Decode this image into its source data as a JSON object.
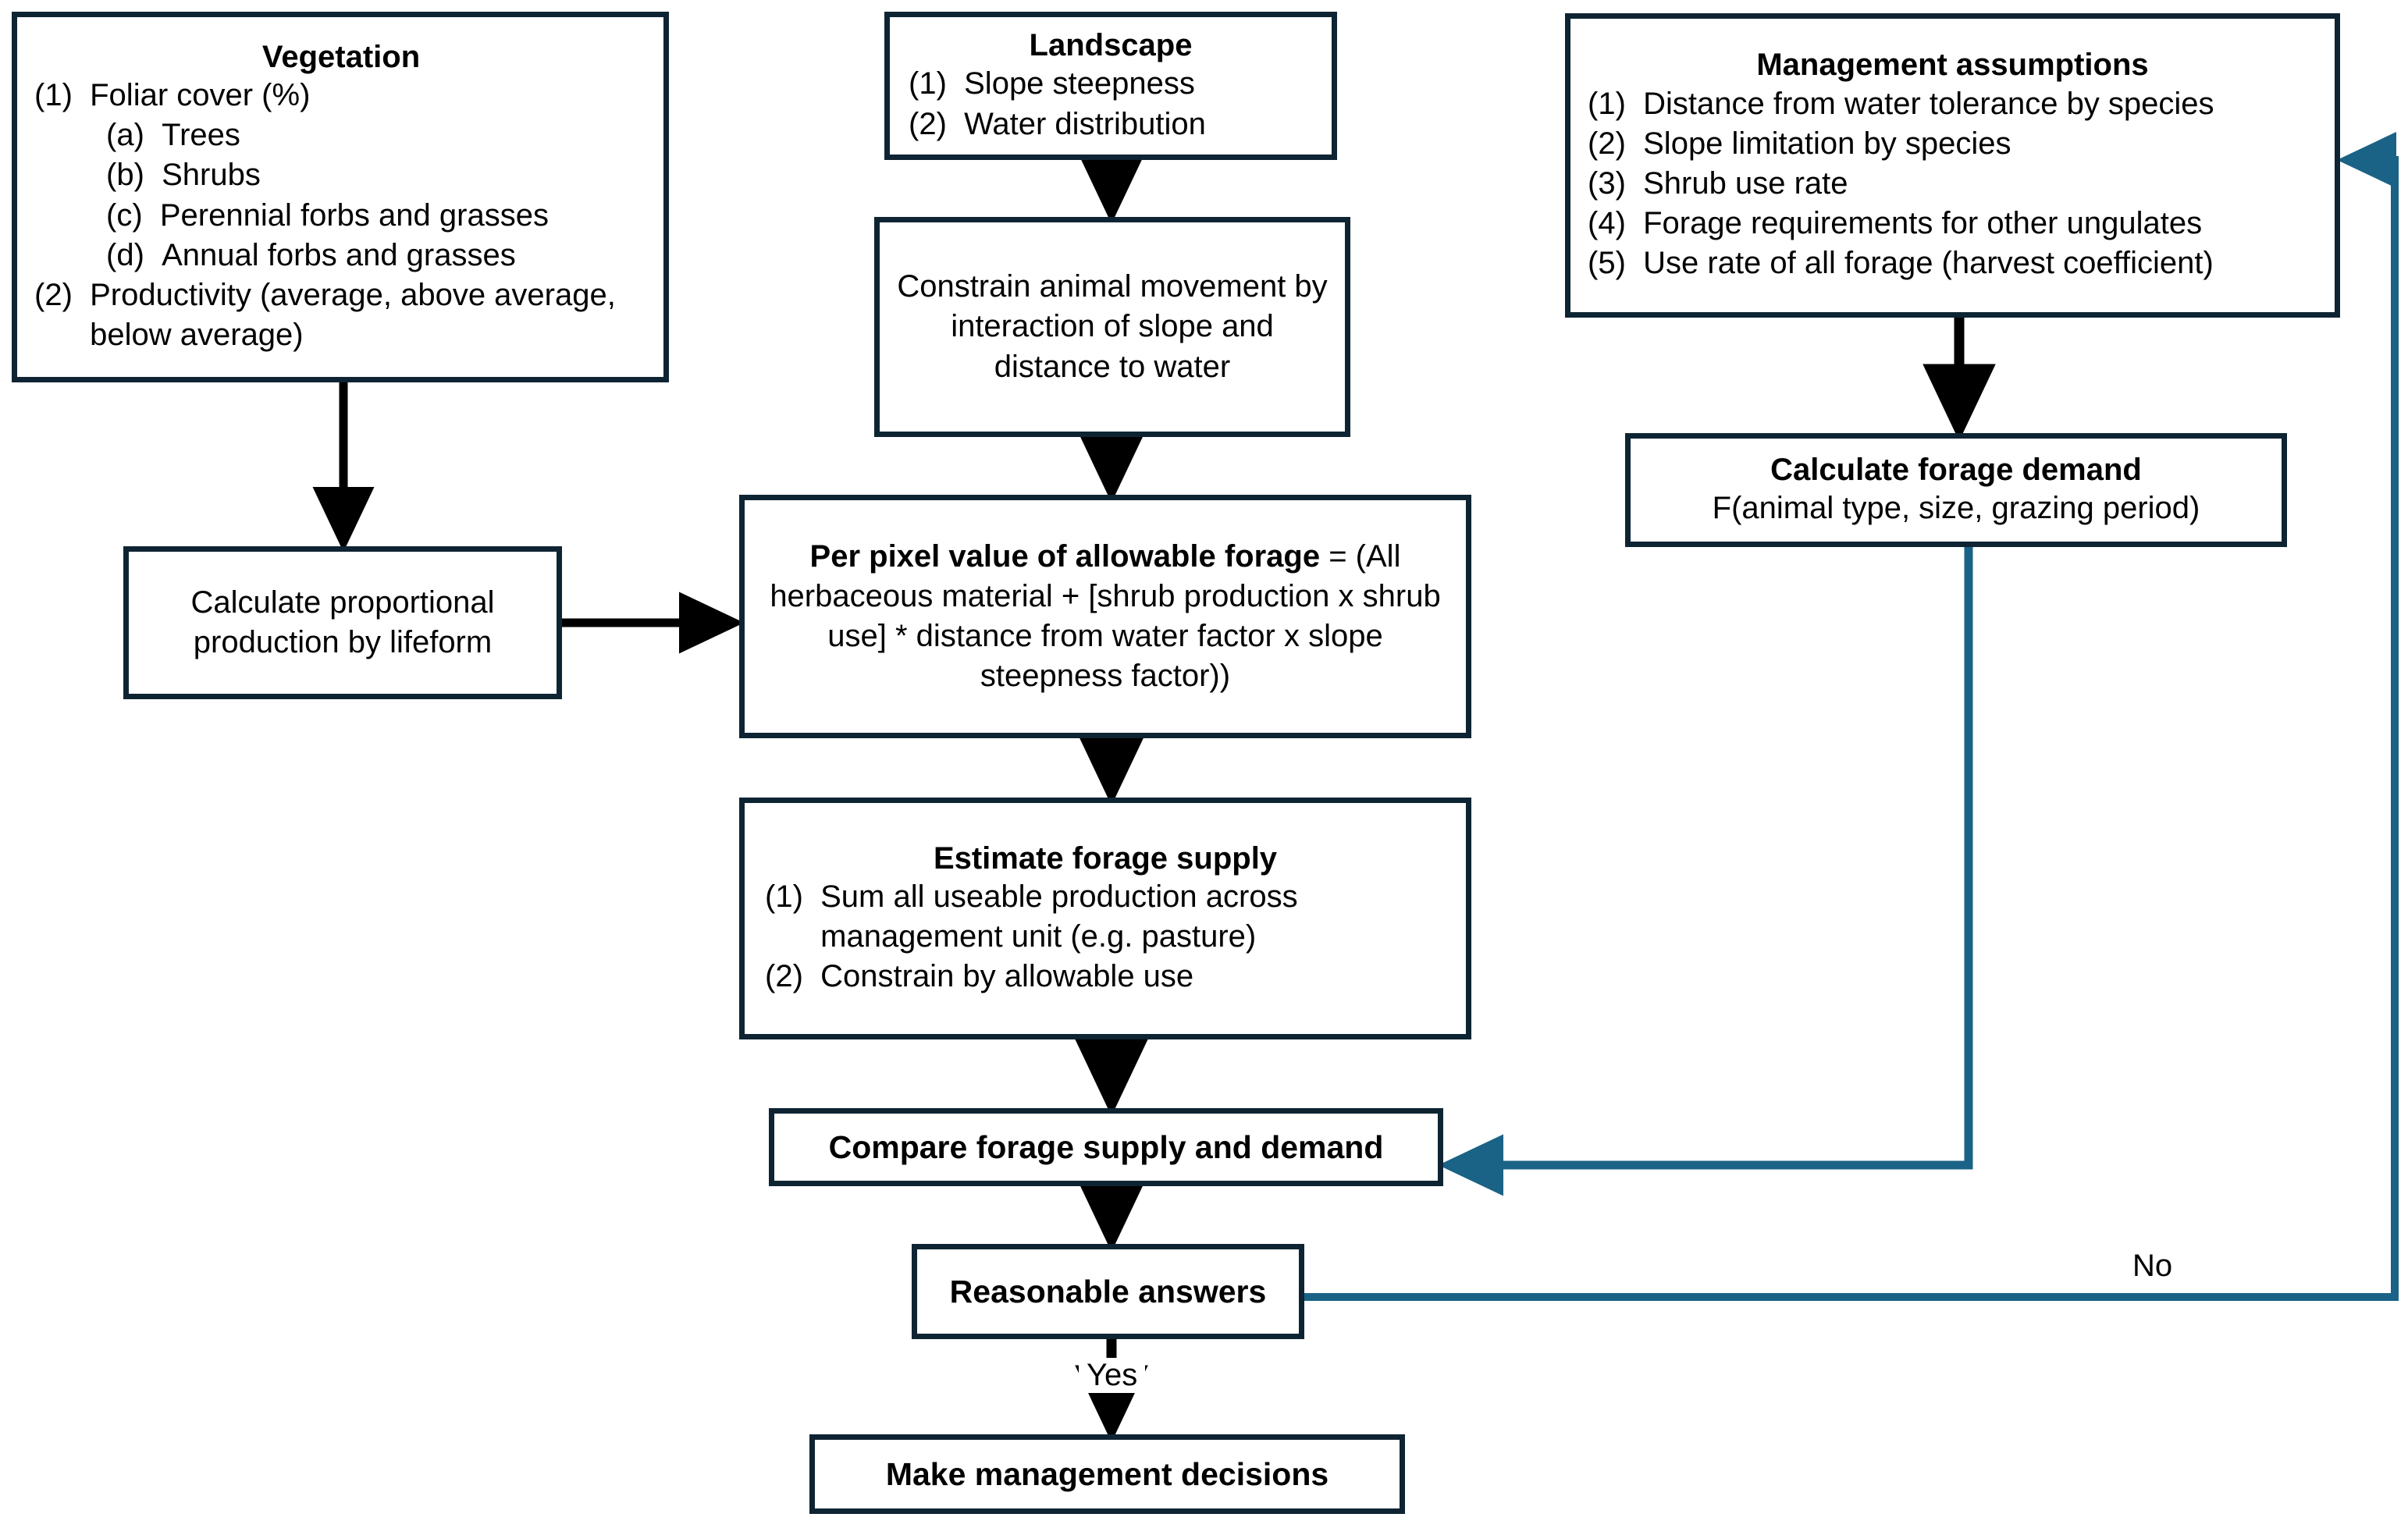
{
  "diagram": {
    "title": "Forage supply and demand modeling flowchart",
    "colors": {
      "box_border": "#0e2433",
      "black_arrow": "#000000",
      "blue_feedback": "#1a6286",
      "background": "#ffffff"
    }
  },
  "nodes": {
    "vegetation": {
      "title": "Vegetation",
      "items": [
        {
          "marker": "(1)",
          "text": "Foliar cover (%)"
        },
        {
          "marker": "(a)",
          "text": "Trees",
          "indent": true
        },
        {
          "marker": "(b)",
          "text": "Shrubs",
          "indent": true
        },
        {
          "marker": "(c)",
          "text": "Perennial forbs and grasses",
          "indent": true
        },
        {
          "marker": "(d)",
          "text": "Annual forbs and grasses",
          "indent": true
        },
        {
          "marker": "(2)",
          "text": "Productivity (average, above average, below average)"
        }
      ]
    },
    "calc_proportional": {
      "text": "Calculate proportional production by lifeform"
    },
    "landscape": {
      "title": "Landscape",
      "items": [
        {
          "marker": "(1)",
          "text": "Slope steepness"
        },
        {
          "marker": "(2)",
          "text": "Water distribution"
        }
      ]
    },
    "constrain_movement": {
      "text": "Constrain animal movement by interaction of slope and distance to water"
    },
    "per_pixel": {
      "title": "Per pixel value of allowable forage",
      "formula": " = (All herbaceous material + [shrub production x shrub use] * distance from water factor x slope steepness factor))"
    },
    "estimate_supply": {
      "title": "Estimate forage supply",
      "items": [
        {
          "marker": "(1)",
          "text": "Sum all useable production across management unit (e.g. pasture)"
        },
        {
          "marker": "(2)",
          "text": "Constrain by allowable use"
        }
      ]
    },
    "compare": {
      "title": "Compare forage supply and demand"
    },
    "reasonable": {
      "title": "Reasonable answers"
    },
    "make_decisions": {
      "title": "Make management decisions"
    },
    "mgmt_assumptions": {
      "title": "Management assumptions",
      "items": [
        {
          "marker": "(1)",
          "text": "Distance from water tolerance by species"
        },
        {
          "marker": "(2)",
          "text": "Slope limitation by species"
        },
        {
          "marker": "(3)",
          "text": "Shrub use rate"
        },
        {
          "marker": "(4)",
          "text": "Forage requirements for other ungulates"
        },
        {
          "marker": "(5)",
          "text": "Use rate of all forage (harvest coefficient)"
        }
      ]
    },
    "forage_demand": {
      "title": "Calculate forage demand",
      "subtitle": "F(animal type, size, grazing period)"
    }
  },
  "edge_labels": {
    "no": "No",
    "yes": "Yes"
  }
}
